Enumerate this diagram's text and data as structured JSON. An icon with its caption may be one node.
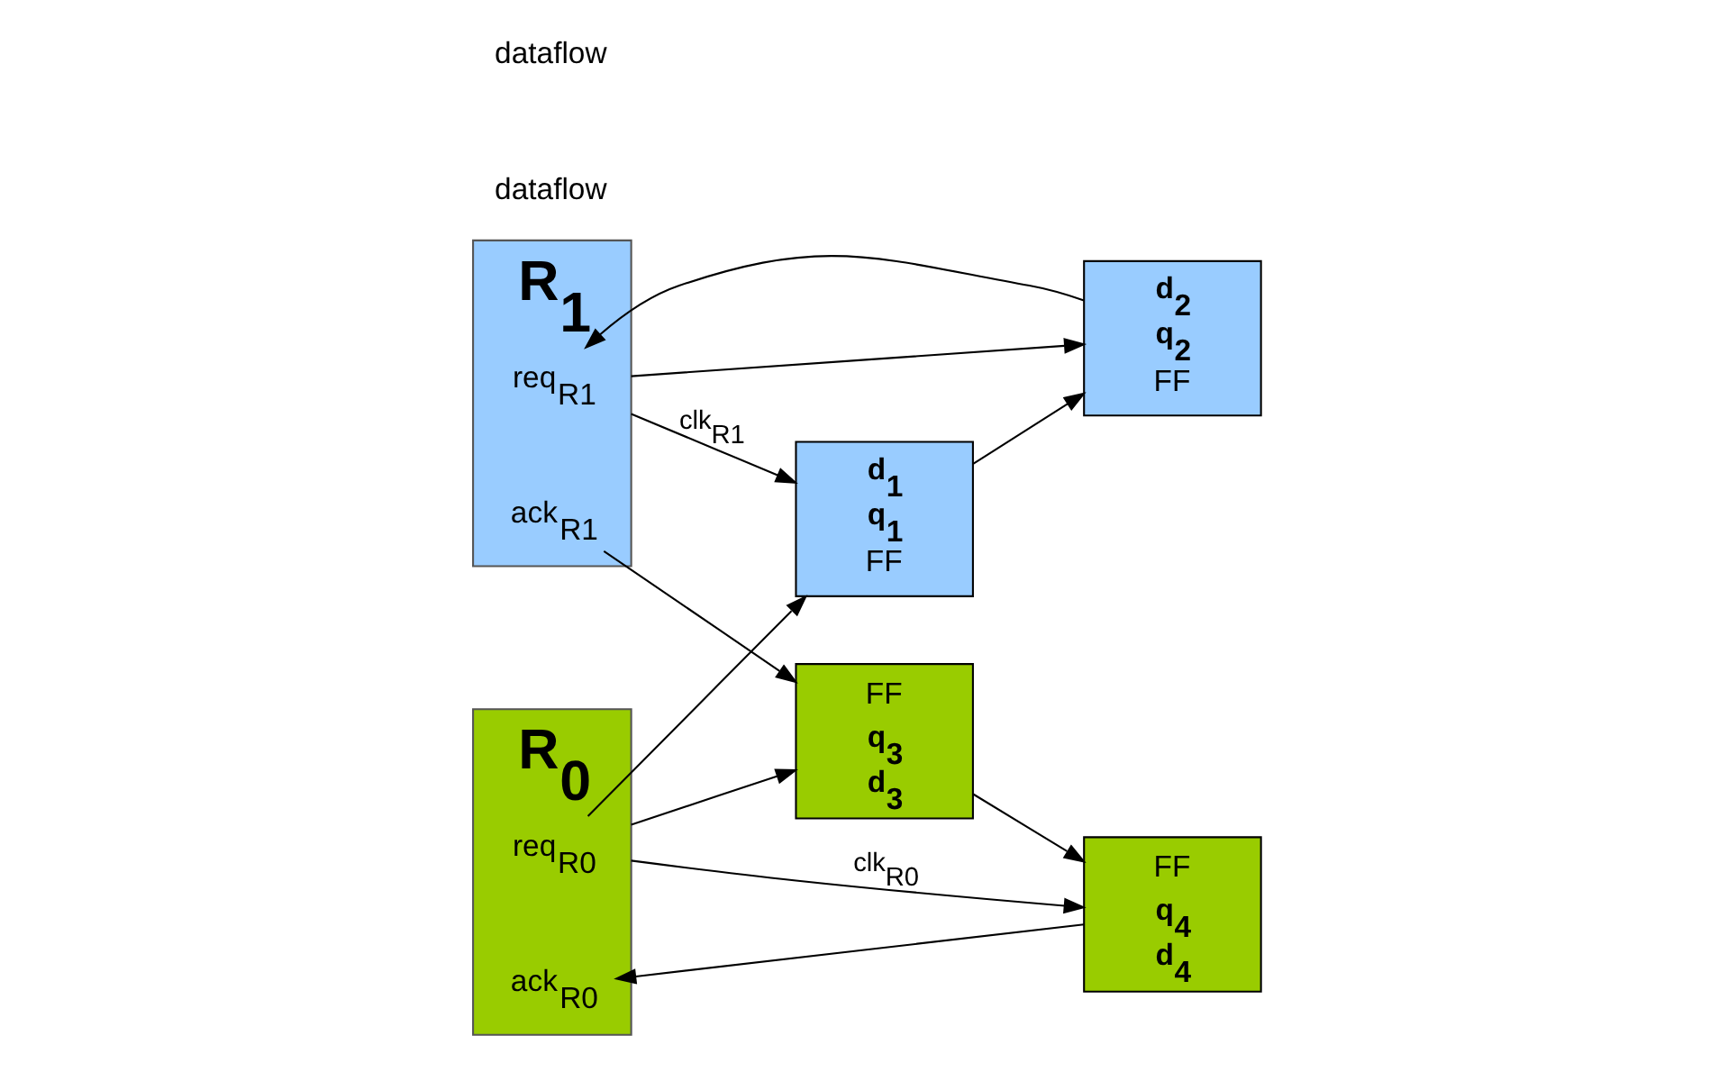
{
  "diagram": {
    "nodes": [
      {
        "text": [
          "R$_{0}$"
        ]
      },
      {
        "text": [
          "req$_{R0}$"
        ],
        "in": 0
      },
      {
        "text": [
          "ack$_{R0}$"
        ],
        "in": 0
      },
      {
        "text": [
          "d$_{1}$",
          "q$_{1}$",
          "FF"
        ]
      },
      {
        "text": [
          "d$_{2}$",
          "q$_{2}$",
          "FF"
        ]
      },
      {
        "text": [
          "R$_{1}$"
        ]
      },
      {
        "text": [
          "req$_{R1}$"
        ],
        "in": 5
      },
      {
        "text": [
          "ack$_{R1}$"
        ],
        "in": 5
      },
      {
        "text": [
          "FF",
          "q$_{4}$",
          "d$_{4}$"
        ]
      },
      {
        "text": [
          "FF",
          "q$_{3}$",
          "d$_{3}$"
        ]
      }
    ],
    "edges": [
      {
        "from": 1,
        "to": 3,
        "arrow": "to"
      },
      {
        "from": 3,
        "to": 4,
        "arrow": "to"
      },
      {
        "from": 4,
        "to": 6,
        "arrow": "to"
      },
      {
        "from": 5,
        "to": 3,
        "arrow": "to",
        "label": "clk$_{R1}$"
      },
      {
        "from": 5,
        "to": 4,
        "arrow": "to"
      },
      {
        "from": 0,
        "to": 8,
        "arrow": "to",
        "label": "clk$_{R0}$"
      },
      {
        "from": 0,
        "to": 9,
        "arrow": "to"
      },
      {
        "from": 7,
        "to": 9,
        "arrow": "to"
      },
      {
        "from": 9,
        "to": 8,
        "arrow": "to"
      },
      {
        "from": 8,
        "to": 2,
        "arrow": "to"
      }
    ],
    "labels": [
      "dataflow",
      "dataflow"
    ]
  }
}
